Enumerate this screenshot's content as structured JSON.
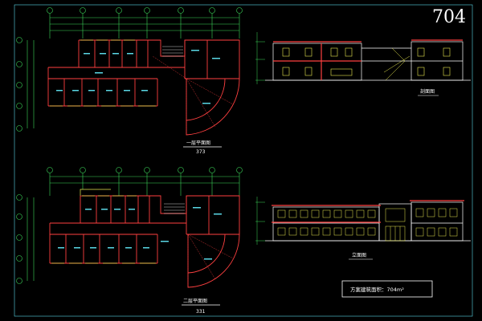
{
  "sheet": {
    "number": "704",
    "area_note": "方案建筑面积：704m²"
  },
  "views": {
    "plan_ground": {
      "title": "一层平面图",
      "area": "373"
    },
    "plan_upper": {
      "title": "二层平面图",
      "area": "331"
    },
    "section": {
      "title": "剖面图"
    },
    "elevation": {
      "title": "立面图"
    }
  },
  "colors": {
    "background": "#000000",
    "wall": "#ff4040",
    "outline": "#ffffff",
    "dimension": "#3cd65a",
    "window": "#e8e850",
    "room_label": "#5ad8e6",
    "axis_bubble": "#3cd65a",
    "frame": "#5ad8e6"
  }
}
